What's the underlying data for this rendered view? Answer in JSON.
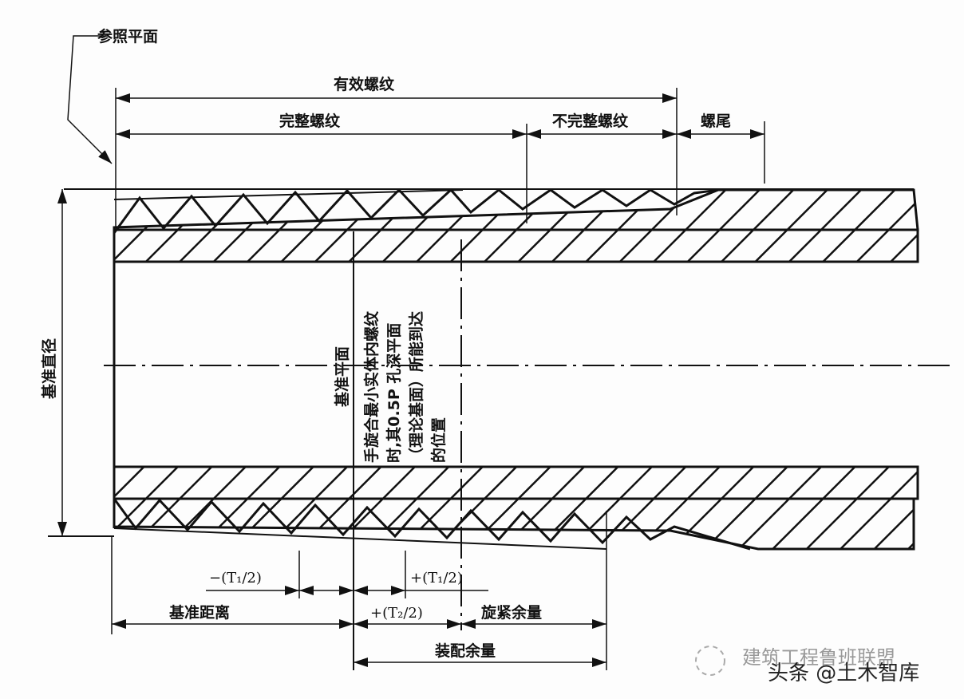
{
  "labels": {
    "reference_plane": "参照平面",
    "effective_thread": "有效螺纹",
    "complete_thread": "完整螺纹",
    "incomplete_thread": "不完整螺纹",
    "thread_tail": "螺尾",
    "basic_diameter": "基准直径",
    "basic_plane": "基准平面",
    "note_lines": [
      "手旋合最小实体内螺纹",
      "时,其0.5P 孔深平面",
      "（理论基面）所能到达",
      "的位置"
    ],
    "minus_t1": "−(T₁/2)",
    "plus_t1": "+(T₁/2)",
    "plus_t2": "+(T₂/2)",
    "basic_distance": "基准距离",
    "tightening_allowance": "旋紧余量",
    "assembly_allowance": "装配余量"
  },
  "watermark": {
    "line1": "建筑工程鲁班联盟",
    "line2": "头条 @土木智库"
  },
  "colors": {
    "ink": "#111111",
    "paper": "#fdfdfd"
  }
}
